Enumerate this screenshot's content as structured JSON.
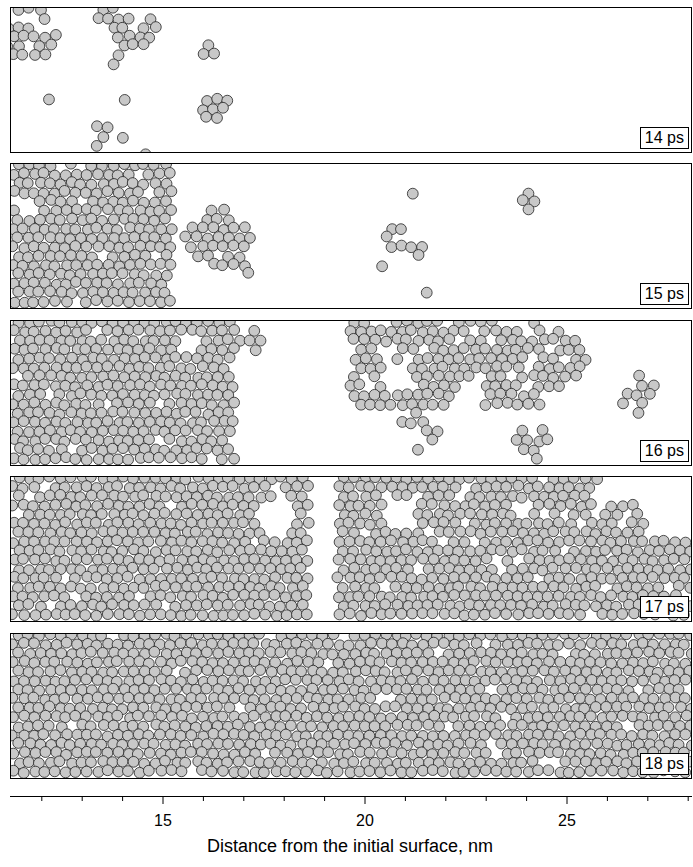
{
  "diagram": {
    "nodes": [
      {
        "text": [
          "14 ps"
        ]
      },
      {
        "text": [
          "15 ps"
        ]
      },
      {
        "text": [
          "16 ps"
        ]
      },
      {
        "text": [
          "17 ps"
        ]
      },
      {
        "text": [
          "18 ps"
        ]
      }
    ],
    "labels": [
      "15",
      "20",
      "25",
      "Distance from the initial surface, nm"
    ]
  }
}
